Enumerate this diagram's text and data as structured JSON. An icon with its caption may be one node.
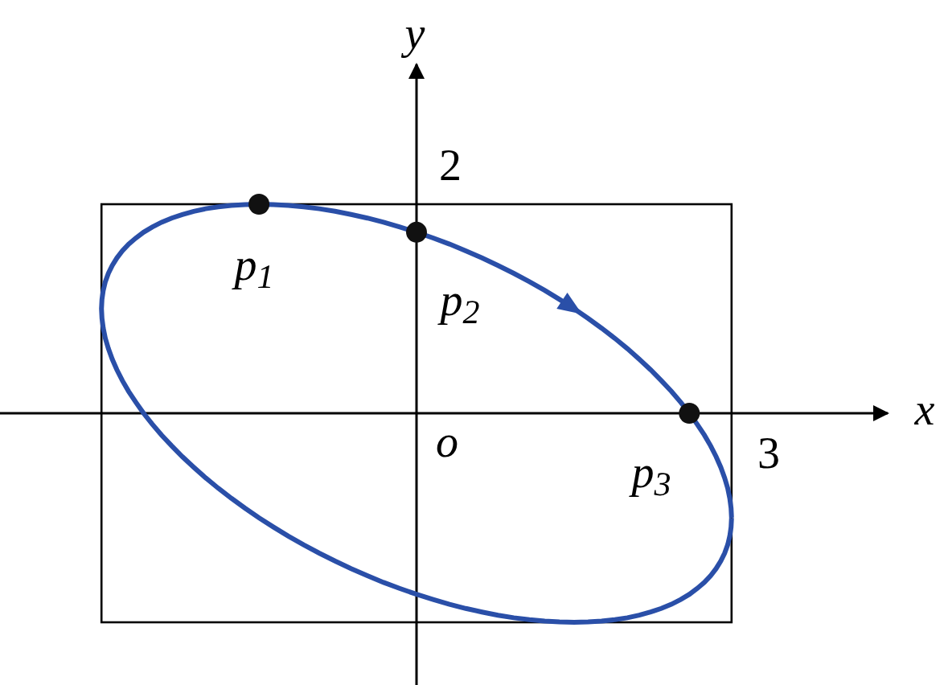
{
  "diagram": {
    "labels": [
      "y",
      "2",
      "p$_{1}$",
      "p$_{2}$",
      "x",
      "o",
      "p$_{3}$",
      "3"
    ]
  }
}
